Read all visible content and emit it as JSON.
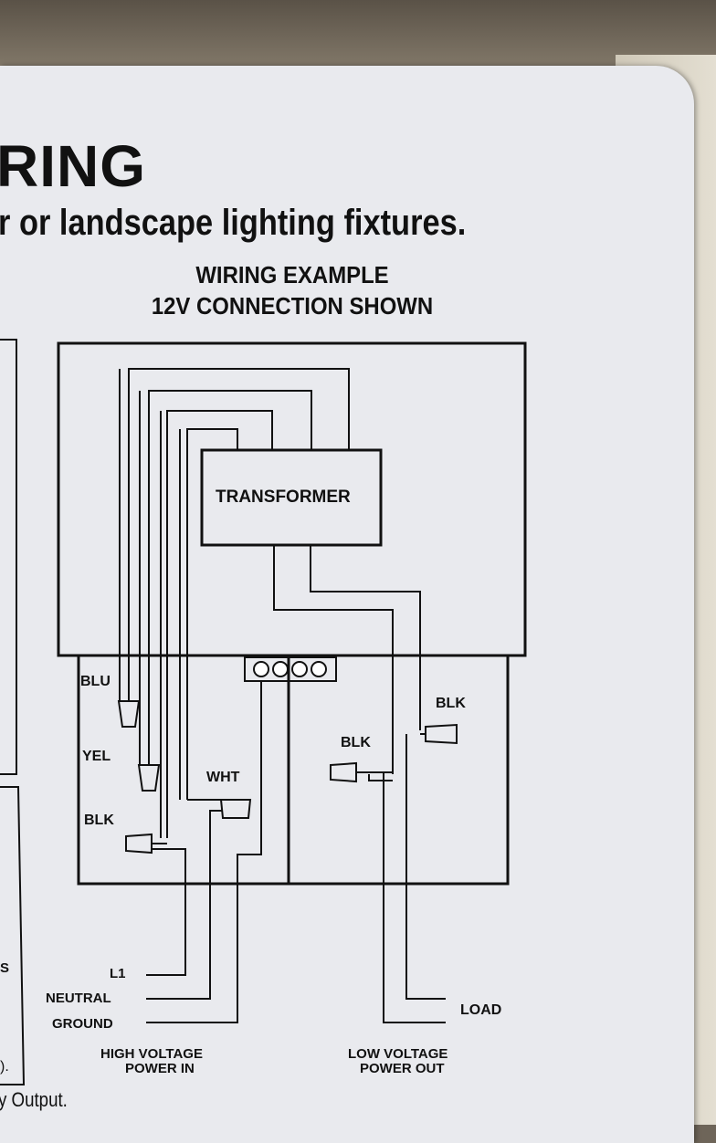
{
  "header": {
    "title_fragment": "RING",
    "subtitle_fragment": "r or landscape lighting fixtures.",
    "diagram_title_line1": "WIRING EXAMPLE",
    "diagram_title_line2": "12V CONNECTION SHOWN"
  },
  "diagram": {
    "transformer_label": "TRANSFORMER",
    "terminal_label": "OOOO",
    "wire_labels": {
      "blu": "BLU",
      "yel": "YEL",
      "blk_left": "BLK",
      "wht": "WHT",
      "blk_mid": "BLK",
      "blk_right": "BLK"
    },
    "lead_labels": {
      "l1": "L1",
      "neutral": "NEUTRAL",
      "ground": "GROUND",
      "load": "LOAD"
    },
    "section_labels": {
      "high_voltage_line1": "HIGH VOLTAGE",
      "high_voltage_line2": "POWER IN",
      "low_voltage_line1": "LOW VOLTAGE",
      "low_voltage_line2": "POWER OUT"
    }
  },
  "left_edge_fragments": {
    "s_fragment": "S",
    "paren_fragment": ").",
    "footer_fragment": "y Output."
  }
}
